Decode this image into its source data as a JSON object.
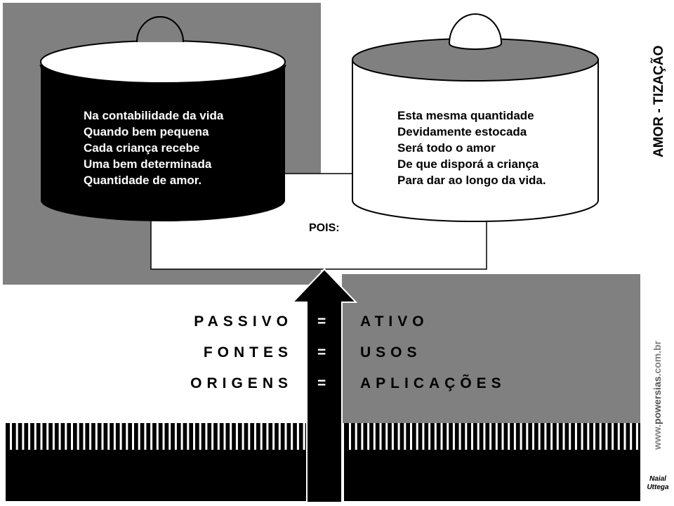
{
  "title": "AMOR - TIZAÇÃO",
  "left_jar": {
    "lines": [
      "Na contabilidade da vida",
      "Quando bem pequena",
      "Cada criança recebe",
      "Uma bem determinada",
      "Quantidade de amor."
    ]
  },
  "right_jar": {
    "lines": [
      "Esta mesma quantidade",
      "Devidamente estocada",
      "Será todo o amor",
      "De que disporá a criança",
      "Para dar ao longo da vida."
    ]
  },
  "connector_label": "POIS:",
  "equations": [
    {
      "left": "PASSIVO",
      "sign": "=",
      "right": "ATIVO"
    },
    {
      "left": "FONTES",
      "sign": "=",
      "right": "USOS"
    },
    {
      "left": "ORIGENS",
      "sign": "=",
      "right": "APLICAÇÕES"
    }
  ],
  "website": {
    "prefix": "www.",
    "domain": "powersias",
    "suffix": ".com.br"
  },
  "author": {
    "line1": "Naial",
    "line2": "Uttega"
  },
  "colors": {
    "gray": "#808080",
    "black": "#000000",
    "white": "#ffffff"
  }
}
